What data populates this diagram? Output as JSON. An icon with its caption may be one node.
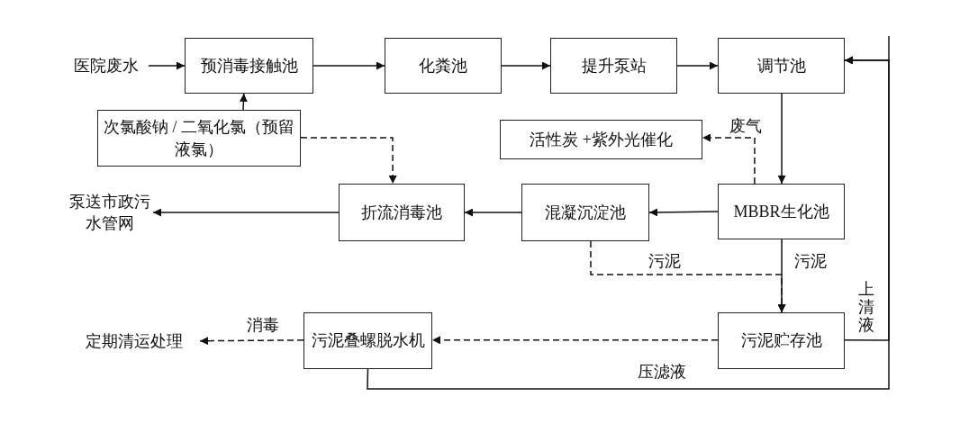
{
  "diagram": {
    "nodes": [
      {
        "text": [
          "医院废水"
        ]
      },
      {
        "text": [
          "预消毒接触池"
        ]
      },
      {
        "text": [
          "化粪池"
        ]
      },
      {
        "text": [
          "提升泵站"
        ]
      },
      {
        "text": [
          "调节池"
        ]
      },
      {
        "text": [
          "次氯酸钠 / 二氧化氯（预留液氯）"
        ]
      },
      {
        "text": [
          "活性炭 +紫外光催化"
        ]
      },
      {
        "text": [
          "泵送市政污水管网"
        ]
      },
      {
        "text": [
          "折流消毒池"
        ]
      },
      {
        "text": [
          "混凝沉淀池"
        ]
      },
      {
        "text": [
          "MBBR生化池"
        ]
      },
      {
        "text": [
          "定期清运处理"
        ]
      },
      {
        "text": [
          "污泥叠螺脱水机"
        ]
      },
      {
        "text": [
          "污泥贮存池"
        ]
      }
    ],
    "edges": [
      {
        "from": 0,
        "to": 1,
        "arrow": "to"
      },
      {
        "from": 1,
        "to": 2,
        "arrow": "to"
      },
      {
        "from": 2,
        "to": 3,
        "arrow": "to"
      },
      {
        "from": 3,
        "to": 4,
        "arrow": "to"
      },
      {
        "from": 5,
        "to": 1,
        "arrow": "to"
      },
      {
        "from": 5,
        "to": 8,
        "arrow": "to",
        "style": "dashed"
      },
      {
        "from": 4,
        "to": 10,
        "arrow": "to"
      },
      {
        "from": 10,
        "to": 6,
        "arrow": "to",
        "label": "废气",
        "style": "dashed"
      },
      {
        "from": 10,
        "to": 9,
        "arrow": "to"
      },
      {
        "from": 9,
        "to": 8,
        "arrow": "to"
      },
      {
        "from": 8,
        "to": 7,
        "arrow": "to"
      },
      {
        "from": 9,
        "to": 13,
        "arrow": "to",
        "label": "污泥",
        "style": "dashed"
      },
      {
        "from": 10,
        "to": 13,
        "arrow": "to",
        "label": "污泥"
      },
      {
        "from": 13,
        "to": 12,
        "arrow": "to",
        "style": "dashed"
      },
      {
        "from": 12,
        "to": 11,
        "arrow": "to",
        "label": "消毒",
        "style": "dashed"
      },
      {
        "from": 13,
        "to": 4,
        "arrow": "to",
        "label": "上清液"
      },
      {
        "from": 12,
        "to": 4,
        "arrow": "to",
        "label": "压滤液"
      }
    ]
  }
}
